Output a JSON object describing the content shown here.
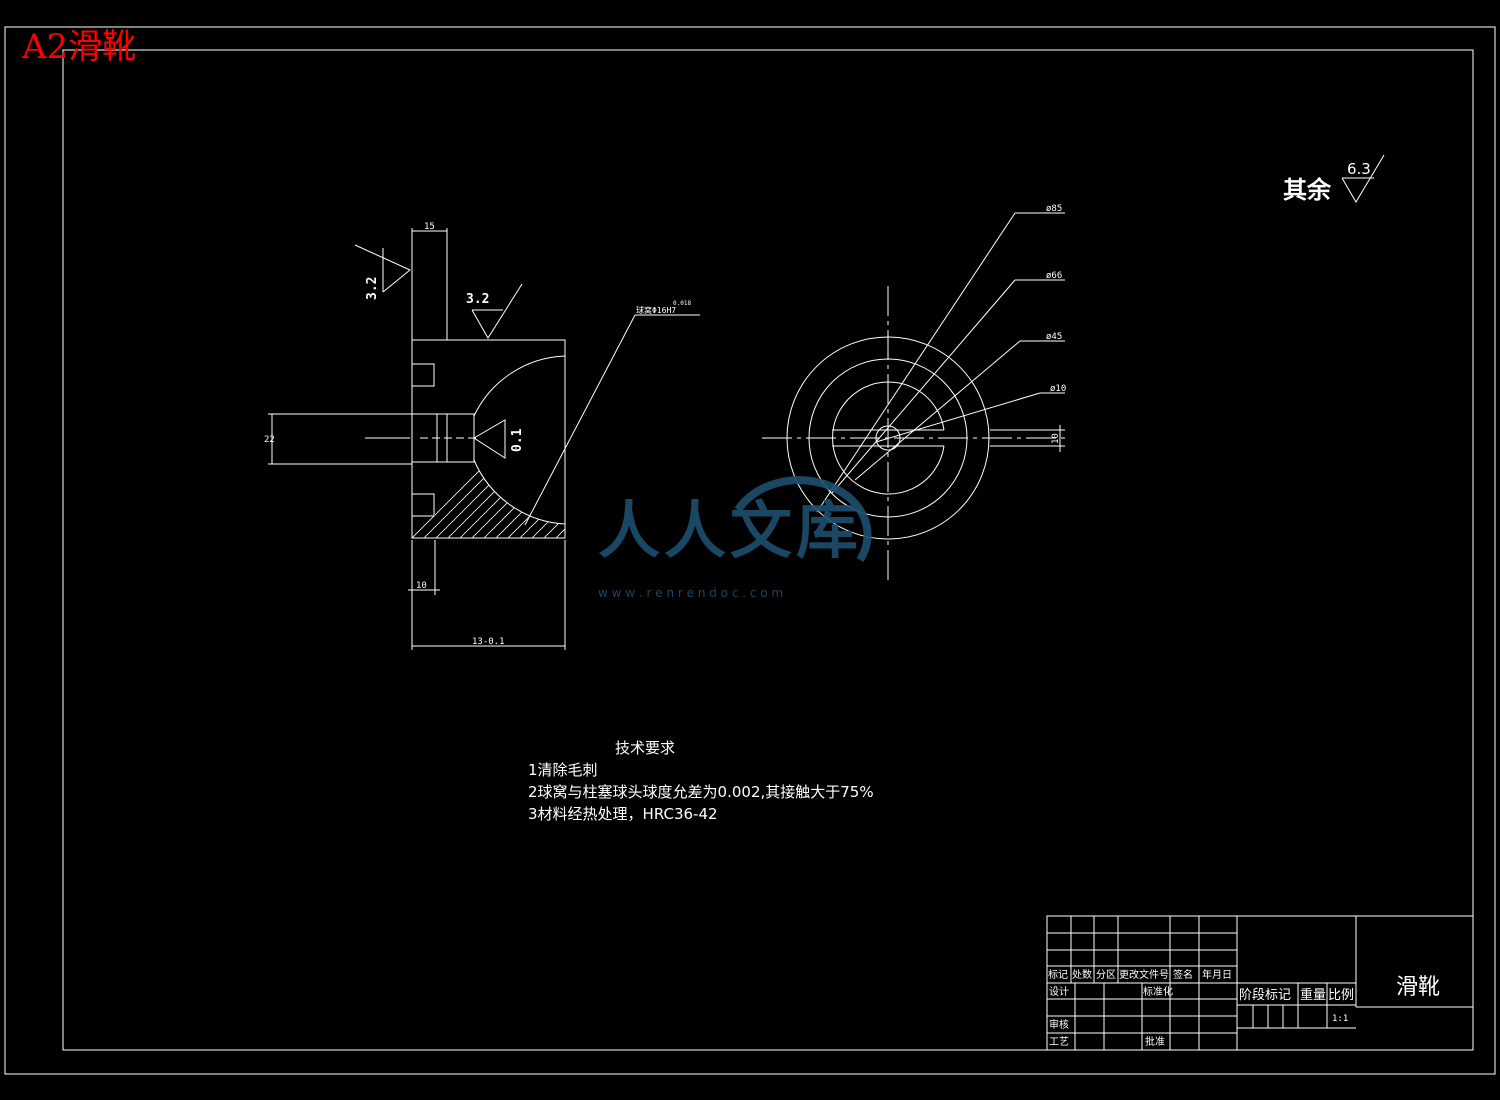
{
  "sheet": {
    "corner_label": "A2滑靴",
    "corner_color": "#ff0000"
  },
  "roughness": {
    "default_prefix": "其余",
    "default_value": "6.3",
    "face_left": "3.2",
    "face_top": "3.2",
    "sphere": "0.1"
  },
  "section_view": {
    "dim_top": "15",
    "dim_height": "22",
    "dim_step": "10",
    "dim_overall": "13-0.1",
    "fit_note": "球窝Φ16H7",
    "fit_tolerance": "0.018"
  },
  "end_view": {
    "dia_outer": "ø85",
    "dia_mid": "ø66",
    "dia_inner": "ø45",
    "dia_hole": "ø10",
    "slot_width": "10"
  },
  "watermark": {
    "brand": "人人文库",
    "url": "w w w . r e n r e n d o c . c o m",
    "color": "#1d4f6e"
  },
  "tech_req": {
    "title": "技术要求",
    "items": [
      "1清除毛刺",
      "2球窝与柱塞球头球度允差为0.002,其接触大于75%",
      "3材料经热处理，HRC36-42"
    ]
  },
  "title_block": {
    "part_name": "滑靴",
    "headers": [
      "标记",
      "处数",
      "分区",
      "更改文件号",
      "签名",
      "年月日"
    ],
    "design": "设计",
    "standardize": "标准化",
    "review": "审核",
    "process": "工艺",
    "approve": "批准",
    "stage_mark": "阶段标记",
    "weight": "重量",
    "scale_label": "比例",
    "scale": "1:1"
  }
}
